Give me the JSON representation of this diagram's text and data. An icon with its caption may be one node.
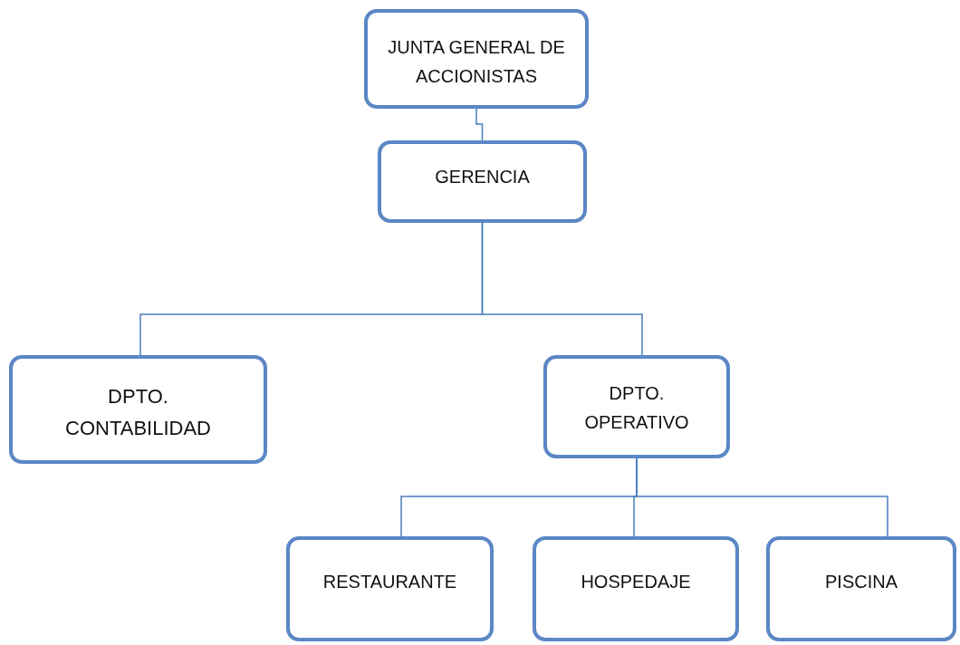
{
  "diagram": {
    "nodes": [
      {
        "text": [
          "JUNTA GENERAL DE ACCIONISTAS"
        ]
      },
      {
        "text": [
          "GERENCIA"
        ]
      },
      {
        "text": [
          "DPTO. CONTABILIDAD"
        ]
      },
      {
        "text": [
          "DPTO. OPERATIVO"
        ]
      },
      {
        "text": [
          "RESTAURANTE"
        ]
      },
      {
        "text": [
          "HOSPEDAJE"
        ]
      },
      {
        "text": [
          "PISCINA"
        ]
      }
    ],
    "edges": [
      {
        "from": 0,
        "to": 1,
        "arrow": "none"
      },
      {
        "from": 1,
        "to": 2,
        "arrow": "none"
      },
      {
        "from": 1,
        "to": 3,
        "arrow": "none"
      },
      {
        "from": 3,
        "to": 4,
        "arrow": "none"
      },
      {
        "from": 3,
        "to": 5,
        "arrow": "none"
      },
      {
        "from": 3,
        "to": 6,
        "arrow": "none"
      }
    ]
  }
}
